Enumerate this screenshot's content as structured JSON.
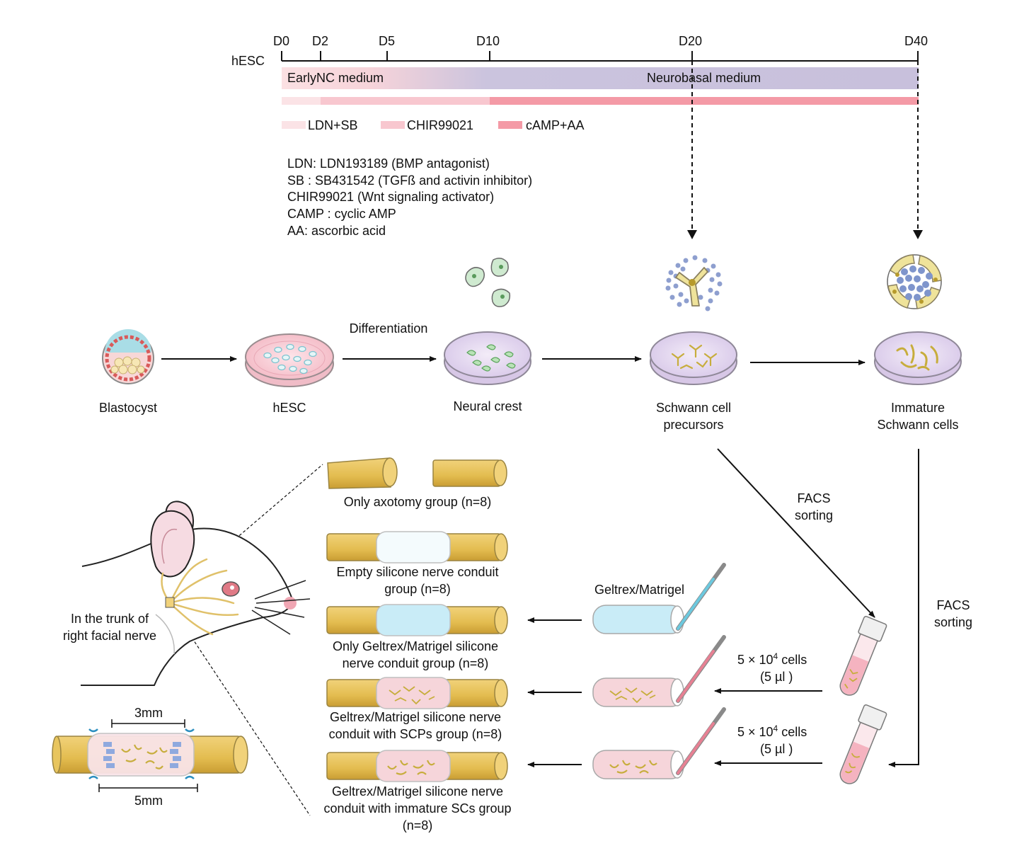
{
  "timeline": {
    "start_label": "hESC",
    "days": [
      "D0",
      "D2",
      "D5",
      "D10",
      "D20",
      "D40"
    ],
    "media": {
      "early": "EarlyNC medium",
      "neurobasal": "Neurobasal medium"
    },
    "legend": [
      {
        "label": "LDN+SB",
        "color": "#fbe3e6"
      },
      {
        "label": "CHIR99021",
        "color": "#f8c7cf"
      },
      {
        "label": "cAMP+AA",
        "color": "#f49aa6"
      }
    ]
  },
  "abbreviations": [
    "LDN: LDN193189 (BMP antagonist)",
    "SB : SB431542 (TGFß and activin inhibitor)",
    "CHIR99021 (Wnt signaling activator)",
    "CAMP : cyclic AMP",
    "AA: ascorbic acid"
  ],
  "stages": {
    "blastocyst": "Blastocyst",
    "hesc": "hESC",
    "differentiation": "Differentiation",
    "neural_crest": "Neural crest",
    "scp_line1": "Schwann cell",
    "scp_line2": "precursors",
    "isc_line1": "Immature",
    "isc_line2": "Schwann cells"
  },
  "sorting": {
    "facs1_line1": "FACS",
    "facs1_line2": "sorting",
    "facs2_line1": "FACS",
    "facs2_line2": "sorting"
  },
  "groups": {
    "g1": "Only axotomy group (n=8)",
    "g2_line1": "Empty silicone nerve conduit",
    "g2_line2": "group (n=8)",
    "g3_line1": "Only Geltrex/Matrigel silicone",
    "g3_line2": "nerve conduit group (n=8)",
    "g4_line1": "Geltrex/Matrigel silicone nerve",
    "g4_line2": "conduit with SCPs  group (n=8)",
    "g5_line1": "Geltrex/Matrigel silicone nerve",
    "g5_line2": "conduit with immature SCs group",
    "g5_line3": "(n=8)"
  },
  "loading": {
    "matrigel": "Geltrex/Matrigel",
    "cells1_prefix": "5 × 10",
    "cells1_exp": "4",
    "cells1_suffix": " cells",
    "vol1": "(5 µl )",
    "cells2_prefix": "5 × 10",
    "cells2_exp": "4",
    "cells2_suffix": " cells",
    "vol2": "(5 µl )"
  },
  "rat": {
    "label_line1": "In the trunk of",
    "label_line2": "right facial nerve",
    "dim_gap": "3mm",
    "dim_conduit": "5mm"
  },
  "colors": {
    "nerve": "#e8c55e",
    "matrigel_blue": "#cdeef8",
    "cell_pink": "#f6cdd3",
    "neurobasal": "#c9c1dc",
    "dish": "#e7def0"
  }
}
